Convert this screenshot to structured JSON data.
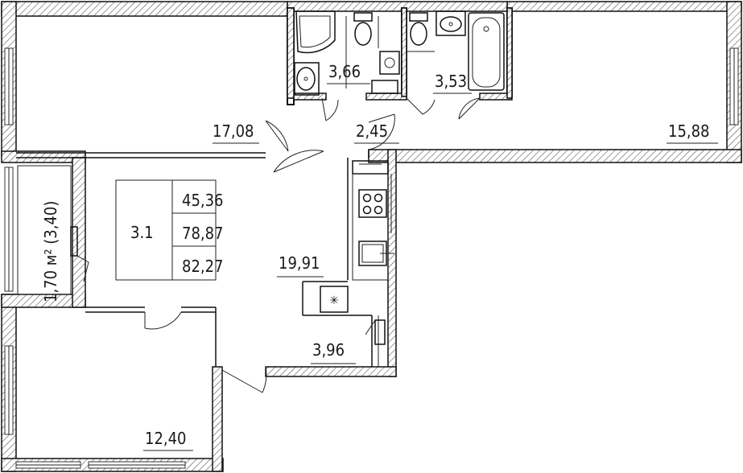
{
  "apartment": {
    "number": "3.1",
    "living_area": "45,36",
    "total_area": "78,87",
    "total_area_with_balcony": "82,27"
  },
  "rooms": {
    "bedroom_left_top": "17,08",
    "bedroom_right": "15,88",
    "bathroom_1": "3,66",
    "bathroom_2": "3,53",
    "corridor": "2,45",
    "kitchen_living": "19,91",
    "storage": "3,96",
    "bedroom_left_bottom": "12,40"
  },
  "balcony": {
    "label": "1,70 м² (3,40)"
  },
  "icons": [
    "hob-icon",
    "sink-icon",
    "fan-icon",
    "toilet-icon",
    "bathtub-icon",
    "shower-icon",
    "washbasin-icon",
    "washing-machine-icon",
    "door-swing-icon",
    "window-icon"
  ],
  "colors": {
    "wall_fill": "#ffffff",
    "wall_stroke": "#111111",
    "hatch": "#555555"
  }
}
